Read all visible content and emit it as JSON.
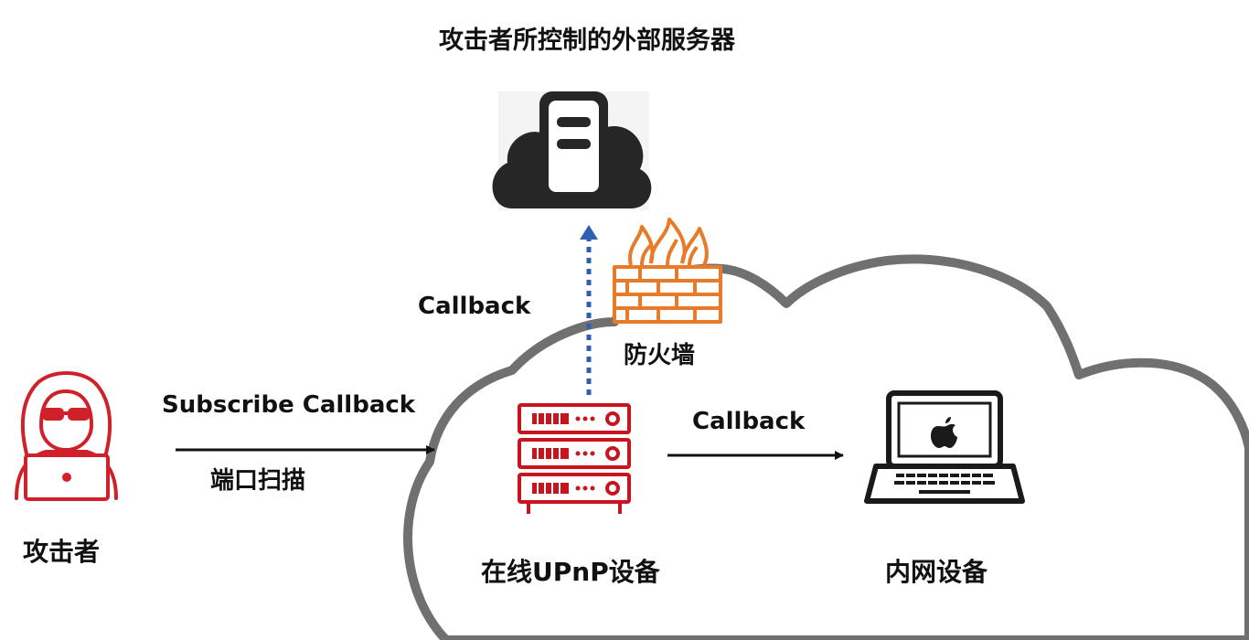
{
  "title": "攻击者所控制的外部服务器",
  "nodes": {
    "attacker": {
      "label": "攻击者"
    },
    "external_server": {
      "label": ""
    },
    "firewall": {
      "label": "防火墙"
    },
    "upnp_device": {
      "label": "在线UPnP设备"
    },
    "internal_device": {
      "label": "内网设备"
    }
  },
  "edges": {
    "attacker_to_upnp": {
      "label_top": "Subscribe Callback",
      "label_bottom": "端口扫描"
    },
    "upnp_to_internal": {
      "label": "Callback"
    },
    "upnp_to_server": {
      "label": "Callback"
    }
  },
  "colors": {
    "attacker": "#d0202a",
    "upnp": "#c8141e",
    "firewall": "#e87b2a",
    "server_cloud": "#262626",
    "network_cloud": "#707070",
    "dotted_arrow": "#2f5fb0",
    "arrow": "#111111",
    "laptop": "#1a1a1a"
  },
  "icons": {
    "attacker": "hacker-icon",
    "external_server": "cloud-server-icon",
    "firewall": "firewall-icon",
    "upnp_device": "server-rack-icon",
    "internal_device": "laptop-apple-icon"
  }
}
